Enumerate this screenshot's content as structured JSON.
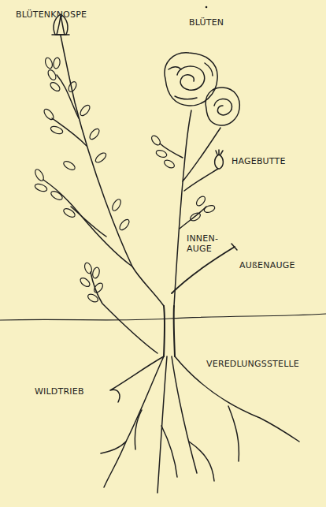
{
  "diagram": {
    "labels": [
      "BLÜTENKNOSPE",
      "BLÜTEN",
      "HAGEBUTTE",
      "INNEN- AUGE",
      "AUßENAUGE",
      "WILDTRIEB",
      "VEREDLUNGSSTELLE"
    ]
  }
}
